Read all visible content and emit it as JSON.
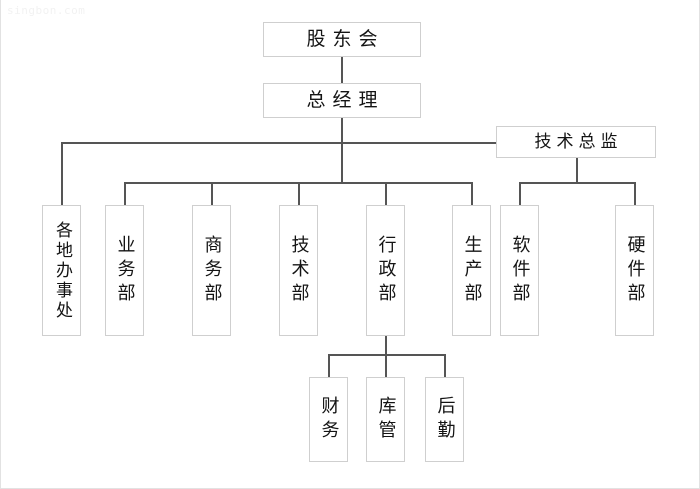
{
  "page": {
    "watermark": "singbon.com",
    "background": "#ffffff",
    "box_border_color": "#cfcfcf",
    "connector_color": "#555555",
    "text_color": "#141414"
  },
  "chart_data": {
    "type": "diagram",
    "title": "",
    "orientation": "top-down organizational hierarchy",
    "nodes": [
      {
        "id": "shareholders",
        "label": "股东会",
        "level": 0
      },
      {
        "id": "gm",
        "label": "总经理",
        "level": 1
      },
      {
        "id": "cto",
        "label": "技术总监",
        "level": 2
      },
      {
        "id": "offices",
        "label": "各地办事处",
        "level": 3
      },
      {
        "id": "business",
        "label": "业务部",
        "level": 3
      },
      {
        "id": "commerce",
        "label": "商务部",
        "level": 3
      },
      {
        "id": "technical",
        "label": "技术部",
        "level": 3
      },
      {
        "id": "admin",
        "label": "行政部",
        "level": 3
      },
      {
        "id": "production",
        "label": "生产部",
        "level": 3
      },
      {
        "id": "software",
        "label": "软件部",
        "level": 3
      },
      {
        "id": "hardware",
        "label": "硬件部",
        "level": 3
      },
      {
        "id": "finance",
        "label": "财务",
        "level": 4
      },
      {
        "id": "warehouse",
        "label": "库管",
        "level": 4
      },
      {
        "id": "logistics",
        "label": "后勤",
        "level": 4
      }
    ],
    "edges": [
      {
        "from": "shareholders",
        "to": "gm"
      },
      {
        "from": "gm",
        "to": "cto"
      },
      {
        "from": "gm",
        "to": "offices"
      },
      {
        "from": "gm",
        "to": "business"
      },
      {
        "from": "gm",
        "to": "commerce"
      },
      {
        "from": "gm",
        "to": "technical"
      },
      {
        "from": "gm",
        "to": "admin"
      },
      {
        "from": "gm",
        "to": "production"
      },
      {
        "from": "cto",
        "to": "software"
      },
      {
        "from": "cto",
        "to": "hardware"
      },
      {
        "from": "admin",
        "to": "finance"
      },
      {
        "from": "admin",
        "to": "warehouse"
      },
      {
        "from": "admin",
        "to": "logistics"
      }
    ]
  }
}
